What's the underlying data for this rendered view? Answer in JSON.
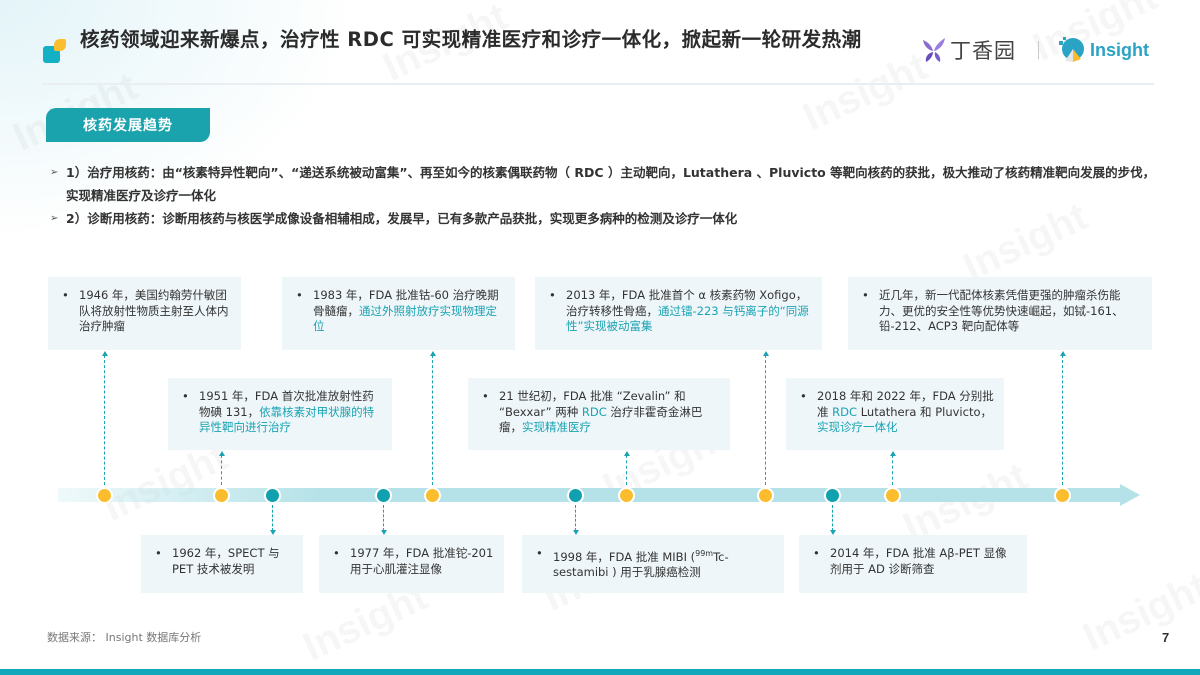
{
  "header": {
    "title": "核药领域迎来新爆点，治疗性 RDC 可实现精准医疗和诊疗一体化，掀起新一轮研发热潮",
    "brand_primary": "丁香园",
    "brand_secondary": "Insight"
  },
  "section": {
    "tag": "核药发展趋势",
    "bullets": [
      {
        "marker": "➢",
        "text": "1）治疗用核药：由“核素特异性靶向”、“递送系统被动富集”、再至如今的核素偶联药物（ RDC ）主动靶向，Lutathera 、Pluvicto 等靶向核药的获批，极大推动了核药精准靶向发展的步伐，实现精准医疗及诊疗一体化"
      },
      {
        "marker": "➢",
        "text": "2）诊断用核药：诊断用核药与核医学成像设备相辅相成，发展早，已有多款产品获批，实现更多病种的检测及诊疗一体化"
      }
    ]
  },
  "timeline": {
    "colors": {
      "therapy": "#fbbd2e",
      "diagnosis": "#11a0ad",
      "track": "#b4e2e8",
      "highlight": "#1aa3b3"
    },
    "events": [
      {
        "id": "e1946",
        "type": "therapy",
        "position": "top",
        "plain": "1946 年，美国约翰劳什敏团队将放射性物质主射至人体内治疗肿瘤",
        "highlight": ""
      },
      {
        "id": "e1951",
        "type": "therapy",
        "position": "middle",
        "plain": "1951 年，FDA 首次批准放射性药物碘 131，",
        "highlight": "依靠核素对甲状腺的特异性靶向进行治疗"
      },
      {
        "id": "e1962",
        "type": "diagnosis",
        "position": "bottom",
        "plain": "1962 年，SPECT 与 PET 技术被发明",
        "highlight": ""
      },
      {
        "id": "e1977",
        "type": "diagnosis",
        "position": "bottom",
        "plain": "1977 年，FDA 批准铊-201 用于心肌灌注显像",
        "highlight": ""
      },
      {
        "id": "e1983",
        "type": "therapy",
        "position": "top",
        "plain": "1983 年，FDA 批准钴-60 治疗晚期骨髓瘤，",
        "highlight": "通过外照射放疗实现物理定位"
      },
      {
        "id": "e1998",
        "type": "diagnosis",
        "position": "bottom",
        "plain_pre": "1998 年，FDA 批准 MIBI (",
        "sup": "99m",
        "plain": "Tc-sestamibi ) 用于乳腺癌检测",
        "highlight": ""
      },
      {
        "id": "e2000s",
        "type": "therapy",
        "position": "middle",
        "plain_pre": "21 世纪初，FDA 批准 “Zevalin” 和 “Bexxar” 两种 ",
        "highlight_mid": "RDC",
        "plain": " 治疗非霍奇金淋巴瘤，",
        "highlight": "实现精准医疗"
      },
      {
        "id": "e2013",
        "type": "therapy",
        "position": "top",
        "plain": "2013 年，FDA 批准首个 α 核素药物 Xofigo，治疗转移性骨癌，",
        "highlight": "通过镭-223 与钙离子的“同源性”实现被动富集"
      },
      {
        "id": "e2014",
        "type": "diagnosis",
        "position": "bottom",
        "plain": "2014 年，FDA 批准 Aβ-PET 显像剂用于 AD 诊断筛查",
        "highlight": ""
      },
      {
        "id": "e2018",
        "type": "therapy",
        "position": "middle",
        "plain_pre": "2018 年和 2022 年，FDA 分别批准 ",
        "highlight_mid": "RDC",
        "plain": " Lutathera 和 Pluvicto，",
        "highlight": "实现诊疗一体化"
      },
      {
        "id": "erecent",
        "type": "therapy",
        "position": "top",
        "plain": "近几年，新一代配体核素凭借更强的肿瘤杀伤能力、更优的安全性等优势快速崛起，如铽-161、铅-212、ACP3 靶向配体等",
        "highlight": ""
      }
    ]
  },
  "footer": {
    "source": "数据来源： Insight 数据库分析",
    "page_number": "7"
  }
}
